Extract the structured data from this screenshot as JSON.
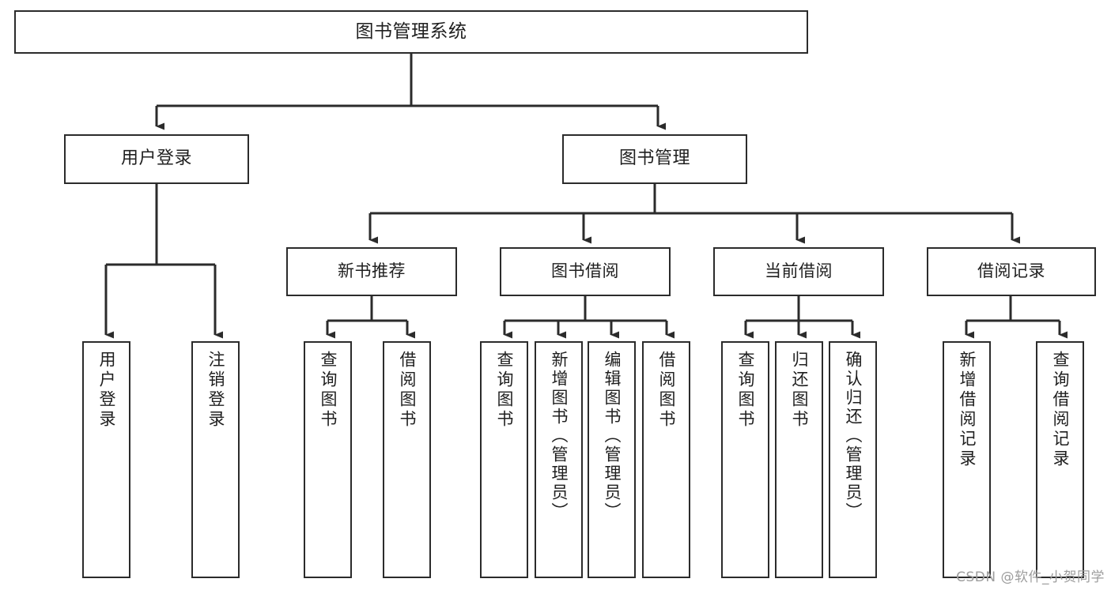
{
  "diagram": {
    "title": "图书管理系统",
    "type": "tree-hierarchy-chart",
    "watermark": "CSDN @软件_小贺同学",
    "colors": {
      "stroke": "#2b2b2b",
      "fill": "#ffffff",
      "text": "#1f1f1f",
      "watermark": "#9d9d9d"
    },
    "nodes": {
      "root": {
        "label": "图书管理系统"
      },
      "level2": [
        {
          "id": "user-login",
          "label": "用户登录"
        },
        {
          "id": "book-manage",
          "label": "图书管理"
        }
      ],
      "level3": [
        {
          "id": "new-book-recommend",
          "label": "新书推荐"
        },
        {
          "id": "book-borrow",
          "label": "图书借阅"
        },
        {
          "id": "current-borrow",
          "label": "当前借阅"
        },
        {
          "id": "borrow-record",
          "label": "借阅记录"
        }
      ],
      "leaves": {
        "user-login": [
          {
            "id": "leaf-user-login",
            "label": "用户登录"
          },
          {
            "id": "leaf-logout",
            "label": "注销登录"
          }
        ],
        "new-book-recommend": [
          {
            "id": "leaf-query-book-1",
            "label": "查询图书"
          },
          {
            "id": "leaf-borrow-book-1",
            "label": "借阅图书"
          }
        ],
        "book-borrow": [
          {
            "id": "leaf-query-book-2",
            "label": "查询图书"
          },
          {
            "id": "leaf-add-book",
            "label": "新增图书（管理员）"
          },
          {
            "id": "leaf-edit-book",
            "label": "编辑图书（管理员）"
          },
          {
            "id": "leaf-borrow-book-2",
            "label": "借阅图书"
          }
        ],
        "current-borrow": [
          {
            "id": "leaf-query-book-3",
            "label": "查询图书"
          },
          {
            "id": "leaf-return-book",
            "label": "归还图书"
          },
          {
            "id": "leaf-confirm-return",
            "label": "确认归还（管理员）"
          }
        ],
        "borrow-record": [
          {
            "id": "leaf-add-record",
            "label": "新增借阅记录"
          },
          {
            "id": "leaf-query-record",
            "label": "查询借阅记录"
          }
        ]
      }
    }
  }
}
